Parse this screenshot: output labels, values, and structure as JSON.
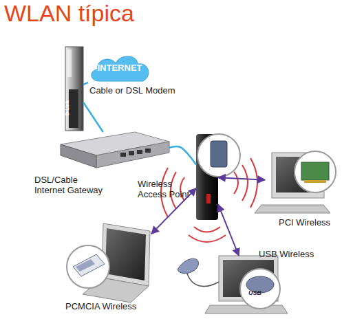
{
  "diagram": {
    "title": "WLAN típica",
    "nodes": [
      {
        "text": [
          "INTERNET"
        ]
      },
      {
        "text": [
          "Cable or DSL Modem"
        ]
      },
      {
        "text": [
          "DSL/Cable Internet Gateway"
        ]
      },
      {
        "text": [
          "Wireless Access Point"
        ]
      },
      {
        "text": [
          "PCI Wireless"
        ]
      },
      {
        "text": [
          "USB Wireless"
        ]
      },
      {
        "text": [
          "PCMCIA Wireless"
        ]
      }
    ],
    "edges": [
      {
        "from": 0,
        "to": 1,
        "arrow": "none"
      },
      {
        "from": 1,
        "to": 2,
        "arrow": "none"
      },
      {
        "from": 2,
        "to": 3,
        "arrow": "none"
      },
      {
        "from": 3,
        "to": 4,
        "arrow": "both"
      },
      {
        "from": 3,
        "to": 5,
        "arrow": "both"
      },
      {
        "from": 3,
        "to": 6,
        "arrow": "both"
      }
    ],
    "labels": [
      "D-Link",
      "USB"
    ]
  }
}
